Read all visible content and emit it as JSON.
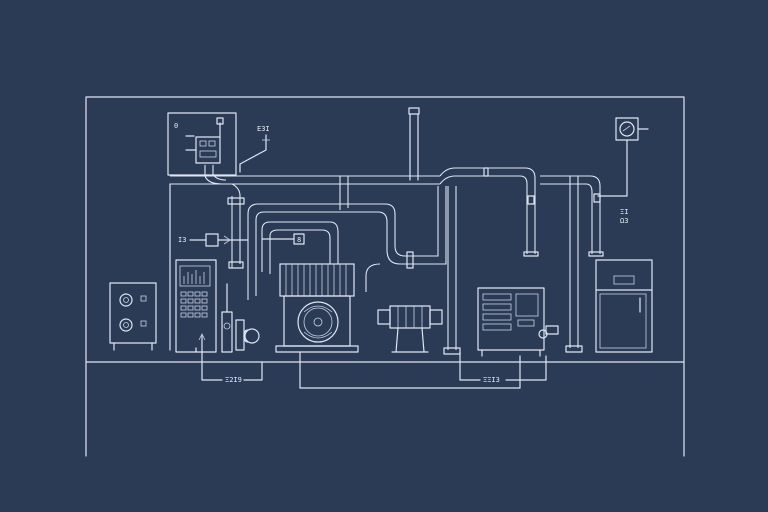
{
  "diagram": {
    "colors": {
      "background": "#2b3a55",
      "line": "#dfe6f2"
    },
    "labels": {
      "top_panel": "0",
      "top_callout": "Ε3Ι",
      "left_valve": "Ι3",
      "center_valve": "8",
      "right_tag": "ΞΙ\nΩ3",
      "bottom_left": "Ξ2Ι9",
      "bottom_right": "ΞΞΙ3"
    }
  }
}
